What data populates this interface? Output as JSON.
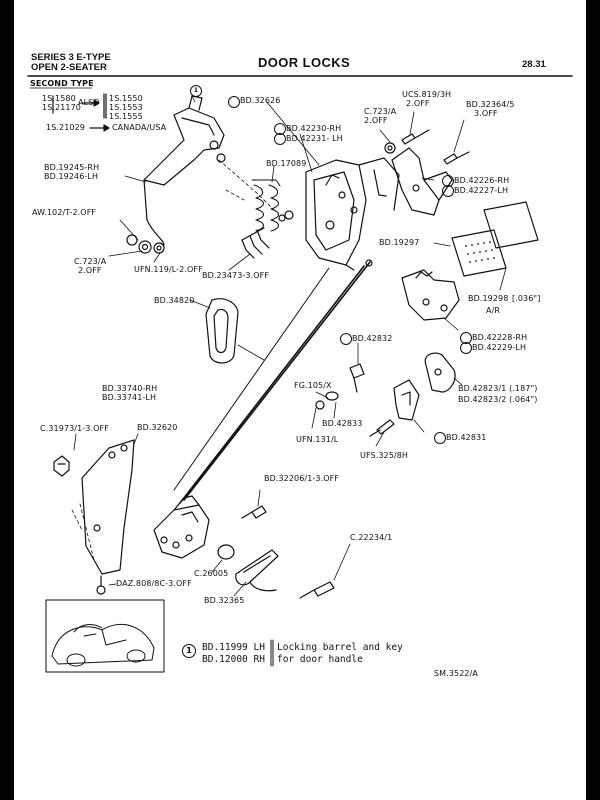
{
  "header": {
    "series": "SERIES 3   E-TYPE",
    "model": "OPEN 2-SEATER",
    "title": "DOOR LOCKS",
    "page_number": "28.31",
    "section": "SECOND TYPE"
  },
  "supersession": {
    "left_a": "1S.1580",
    "left_b": "1S.21170",
    "also_word": "ALSO",
    "right_a": "1S.1550",
    "right_b": "1S.1553",
    "right_c": "1S.1555",
    "canada_from": "1S.21029",
    "canada_to": "CANADA/USA"
  },
  "labels": {
    "ref_one_top": "1",
    "bd32626": "BD.32626",
    "ucs819": "UCS.819/3H",
    "ucs819_qty": "2.OFF",
    "c723a_top": "C.723/A",
    "c723a_top_qty": "2.OFF",
    "bd32364": "BD.32364/5",
    "bd32364_qty": "3.OFF",
    "bd42230": "BD.42230-RH",
    "bd42231": "BD.42231- LH",
    "bd17089": "BD.17089",
    "bd19245": "BD.19245-RH",
    "bd19246": "BD.19246-LH",
    "bd42226": "BD.42226-RH",
    "bd42227": "BD.42227-LH",
    "aw102": "AW.102/T-2.OFF",
    "c723a_left": "C.723/A",
    "c723a_left_qty": "2.OFF",
    "ufn119": "UFN.119/L-2.OFF",
    "bd23473": "BD.23473-3.OFF",
    "bd19297": "BD.19297",
    "bd19298": "BD.19298",
    "bd19298_spec": "[.036\"]",
    "bd19298_note": "A/R",
    "bd34820": "BD.34820",
    "bd42228": "BD.42228-RH",
    "bd42229": "BD.42229-LH",
    "bd42832": "BD.42832",
    "fg105": "FG.105/X",
    "bd42823_1": "BD.42823/1 (.187\")",
    "bd42823_2": "BD.42823/2 (.064\")",
    "bd33740": "BD.33740-RH",
    "bd33741": "BD.33741-LH",
    "bd42833": "BD.42833",
    "ufn131": "UFN.131/L",
    "bd42831": "BD.42831",
    "c31973": "C.31973/1-3.OFF",
    "bd32620": "BD.32620",
    "ufs325": "UFS.325/8H",
    "bd32206": "BD.32206/1-3.OFF",
    "c22234": "C.22234/1",
    "c26005": "C.26005",
    "daz808": "DAZ.808/8C-3.OFF",
    "bd32365": "BD.32365"
  },
  "footnote": {
    "ref": "1",
    "part_lh": "BD.11999 LH",
    "part_rh": "BD.12000 RH",
    "desc_1": "Locking barrel and key",
    "desc_2": "for door handle"
  },
  "drawing_ref": "SM.3522/A"
}
